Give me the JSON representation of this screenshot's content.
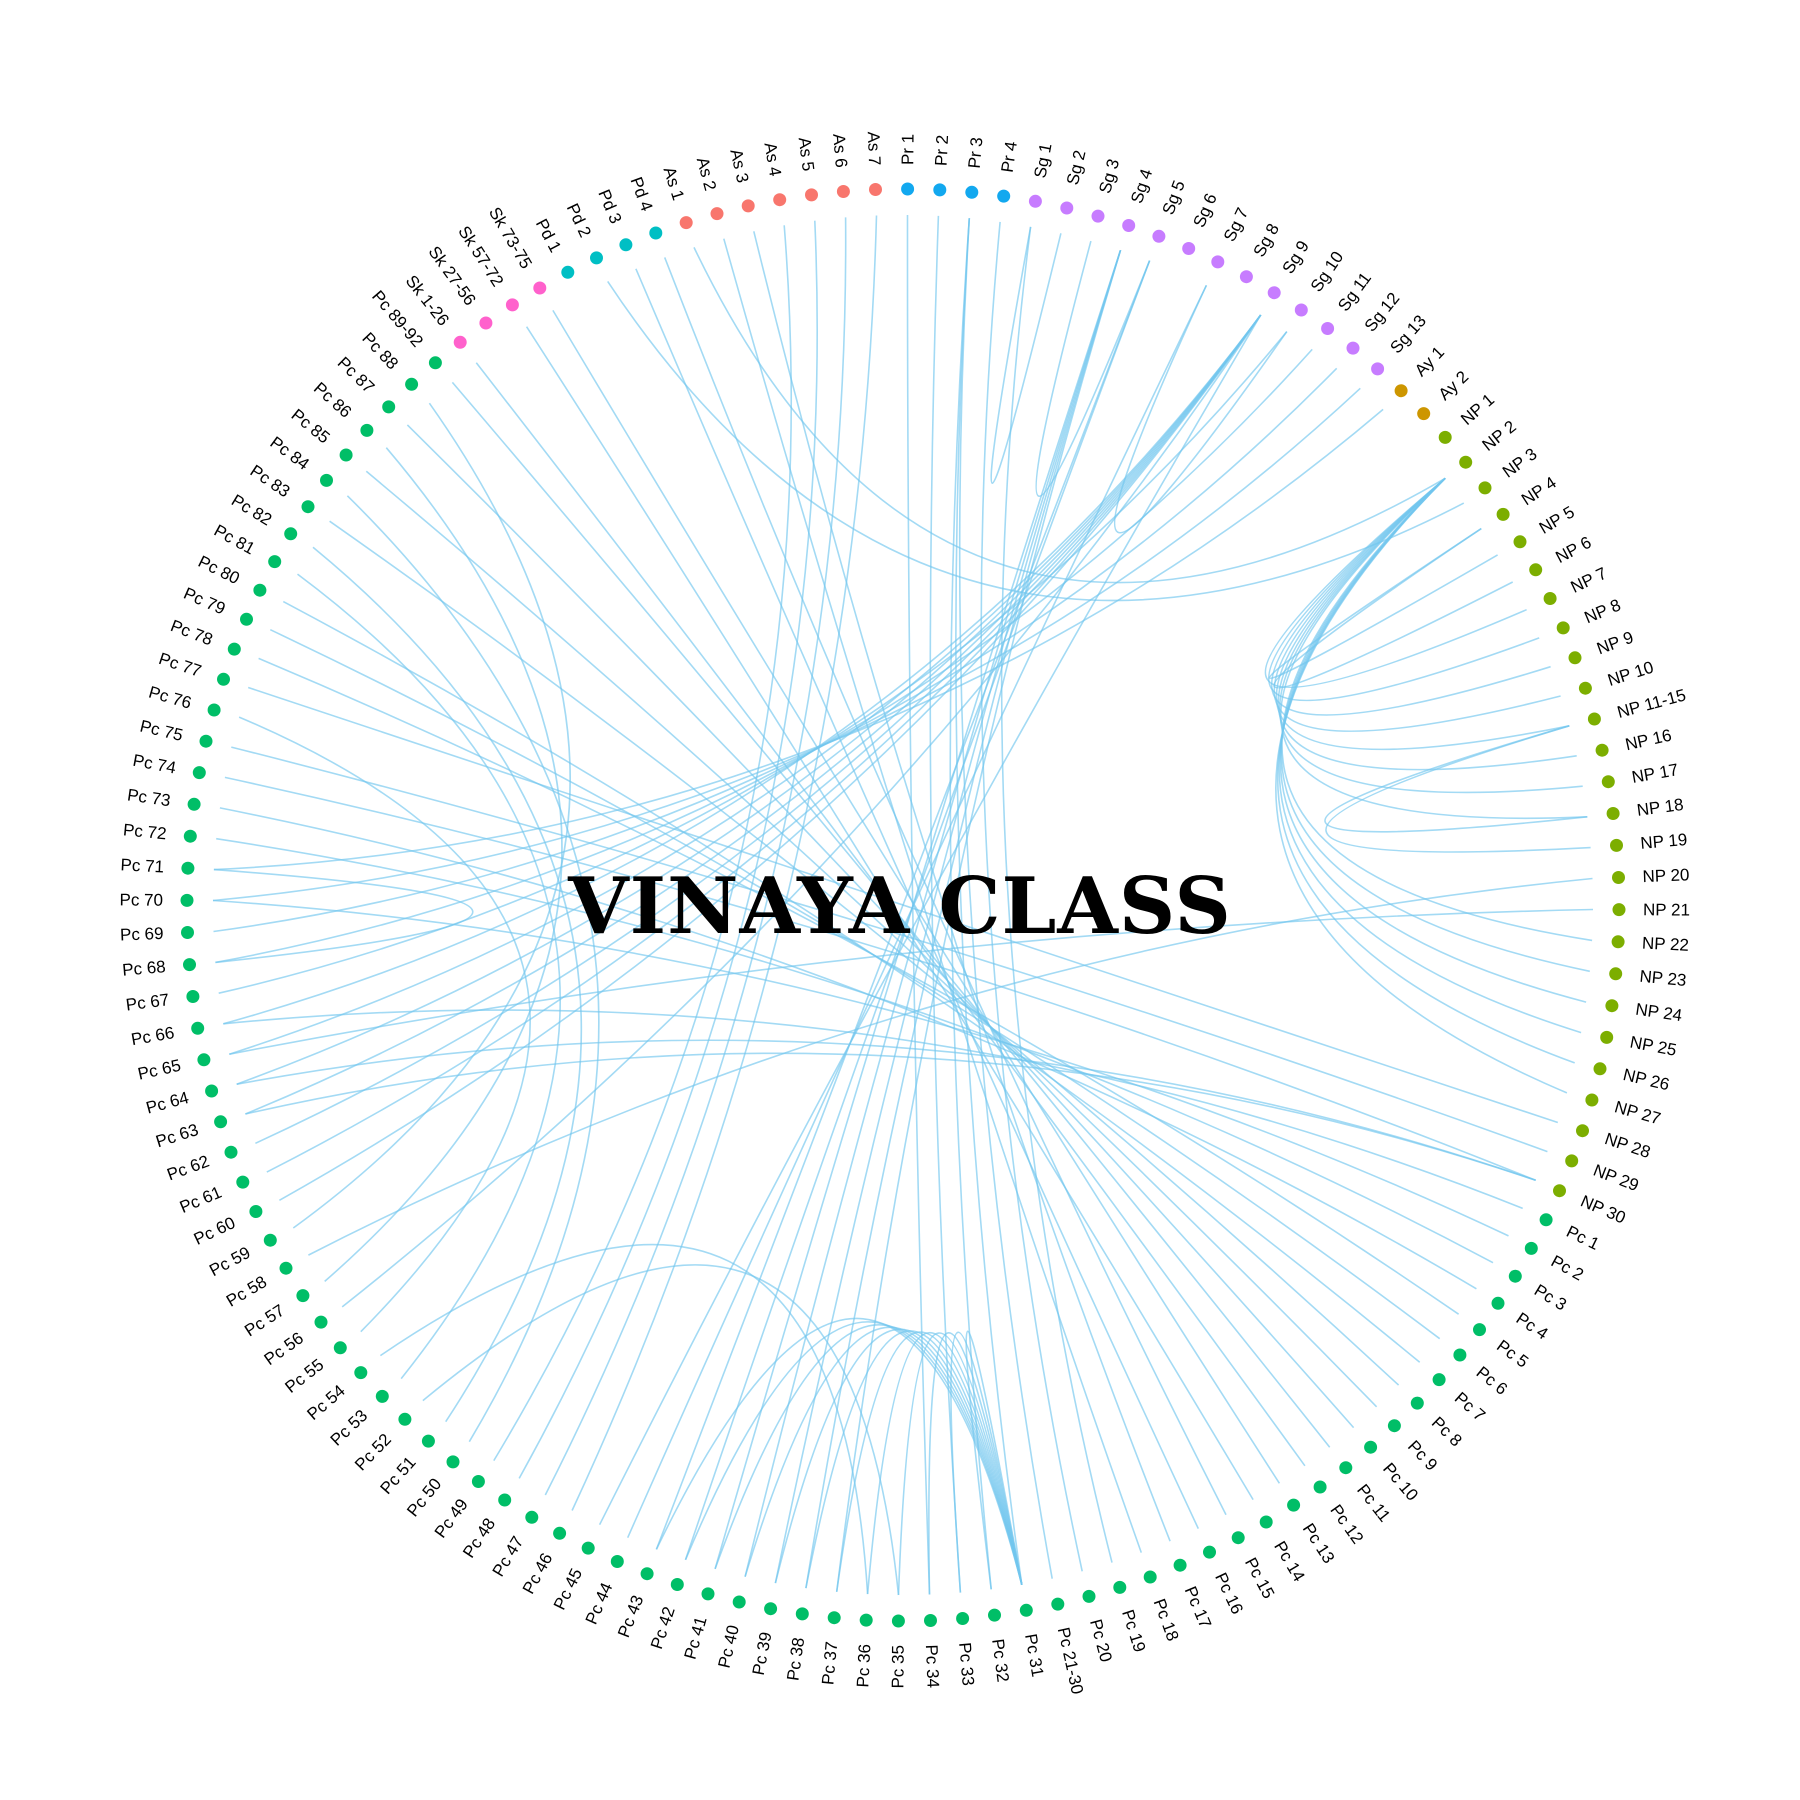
{
  "title": "VINAYA CLASS",
  "colors": {
    "As": "#f8766d",
    "Pr": "#12a8ef",
    "Sg": "#c77cff",
    "Ay": "#cd9600",
    "NP": "#7cae00",
    "Pc": "#00be67",
    "Sk": "#ff61cc",
    "Pd": "#00bfc4",
    "link": "#72c6ee"
  },
  "nodes": [
    {
      "label": "As 7",
      "group": "As"
    },
    {
      "label": "Pr 1",
      "group": "Pr"
    },
    {
      "label": "Pr 2",
      "group": "Pr"
    },
    {
      "label": "Pr 3",
      "group": "Pr"
    },
    {
      "label": "Pr 4",
      "group": "Pr"
    },
    {
      "label": "Sg 1",
      "group": "Sg"
    },
    {
      "label": "Sg 2",
      "group": "Sg"
    },
    {
      "label": "Sg 3",
      "group": "Sg"
    },
    {
      "label": "Sg 4",
      "group": "Sg"
    },
    {
      "label": "Sg 5",
      "group": "Sg"
    },
    {
      "label": "Sg 6",
      "group": "Sg"
    },
    {
      "label": "Sg 7",
      "group": "Sg"
    },
    {
      "label": "Sg 8",
      "group": "Sg"
    },
    {
      "label": "Sg 9",
      "group": "Sg"
    },
    {
      "label": "Sg 10",
      "group": "Sg"
    },
    {
      "label": "Sg 11",
      "group": "Sg"
    },
    {
      "label": "Sg 12",
      "group": "Sg"
    },
    {
      "label": "Sg 13",
      "group": "Sg"
    },
    {
      "label": "Ay 1",
      "group": "Ay"
    },
    {
      "label": "Ay 2",
      "group": "Ay"
    },
    {
      "label": "NP 1",
      "group": "NP"
    },
    {
      "label": "NP 2",
      "group": "NP"
    },
    {
      "label": "NP 3",
      "group": "NP"
    },
    {
      "label": "NP 4",
      "group": "NP"
    },
    {
      "label": "NP 5",
      "group": "NP"
    },
    {
      "label": "NP 6",
      "group": "NP"
    },
    {
      "label": "NP 7",
      "group": "NP"
    },
    {
      "label": "NP 8",
      "group": "NP"
    },
    {
      "label": "NP 9",
      "group": "NP"
    },
    {
      "label": "NP 10",
      "group": "NP"
    },
    {
      "label": "NP 11-15",
      "group": "NP"
    },
    {
      "label": "NP 16",
      "group": "NP"
    },
    {
      "label": "NP 17",
      "group": "NP"
    },
    {
      "label": "NP 18",
      "group": "NP"
    },
    {
      "label": "NP 19",
      "group": "NP"
    },
    {
      "label": "NP 20",
      "group": "NP"
    },
    {
      "label": "NP 21",
      "group": "NP"
    },
    {
      "label": "NP 22",
      "group": "NP"
    },
    {
      "label": "NP 23",
      "group": "NP"
    },
    {
      "label": "NP 24",
      "group": "NP"
    },
    {
      "label": "NP 25",
      "group": "NP"
    },
    {
      "label": "NP 26",
      "group": "NP"
    },
    {
      "label": "NP 27",
      "group": "NP"
    },
    {
      "label": "NP 28",
      "group": "NP"
    },
    {
      "label": "NP 29",
      "group": "NP"
    },
    {
      "label": "NP 30",
      "group": "NP"
    },
    {
      "label": "Pc 1",
      "group": "Pc"
    },
    {
      "label": "Pc 2",
      "group": "Pc"
    },
    {
      "label": "Pc 3",
      "group": "Pc"
    },
    {
      "label": "Pc 4",
      "group": "Pc"
    },
    {
      "label": "Pc 5",
      "group": "Pc"
    },
    {
      "label": "Pc 6",
      "group": "Pc"
    },
    {
      "label": "Pc 7",
      "group": "Pc"
    },
    {
      "label": "Pc 8",
      "group": "Pc"
    },
    {
      "label": "Pc 9",
      "group": "Pc"
    },
    {
      "label": "Pc 10",
      "group": "Pc"
    },
    {
      "label": "Pc 11",
      "group": "Pc"
    },
    {
      "label": "Pc 12",
      "group": "Pc"
    },
    {
      "label": "Pc 13",
      "group": "Pc"
    },
    {
      "label": "Pc 14",
      "group": "Pc"
    },
    {
      "label": "Pc 15",
      "group": "Pc"
    },
    {
      "label": "Pc 16",
      "group": "Pc"
    },
    {
      "label": "Pc 17",
      "group": "Pc"
    },
    {
      "label": "Pc 18",
      "group": "Pc"
    },
    {
      "label": "Pc 19",
      "group": "Pc"
    },
    {
      "label": "Pc 20",
      "group": "Pc"
    },
    {
      "label": "Pc 21-30",
      "group": "Pc"
    },
    {
      "label": "Pc 31",
      "group": "Pc"
    },
    {
      "label": "Pc 32",
      "group": "Pc"
    },
    {
      "label": "Pc 33",
      "group": "Pc"
    },
    {
      "label": "Pc 34",
      "group": "Pc"
    },
    {
      "label": "Pc 35",
      "group": "Pc"
    },
    {
      "label": "Pc 36",
      "group": "Pc"
    },
    {
      "label": "Pc 37",
      "group": "Pc"
    },
    {
      "label": "Pc 38",
      "group": "Pc"
    },
    {
      "label": "Pc 39",
      "group": "Pc"
    },
    {
      "label": "Pc 40",
      "group": "Pc"
    },
    {
      "label": "Pc 41",
      "group": "Pc"
    },
    {
      "label": "Pc 42",
      "group": "Pc"
    },
    {
      "label": "Pc 43",
      "group": "Pc"
    },
    {
      "label": "Pc 44",
      "group": "Pc"
    },
    {
      "label": "Pc 45",
      "group": "Pc"
    },
    {
      "label": "Pc 46",
      "group": "Pc"
    },
    {
      "label": "Pc 47",
      "group": "Pc"
    },
    {
      "label": "Pc 48",
      "group": "Pc"
    },
    {
      "label": "Pc 49",
      "group": "Pc"
    },
    {
      "label": "Pc 50",
      "group": "Pc"
    },
    {
      "label": "Pc 51",
      "group": "Pc"
    },
    {
      "label": "Pc 52",
      "group": "Pc"
    },
    {
      "label": "Pc 53",
      "group": "Pc"
    },
    {
      "label": "Pc 54",
      "group": "Pc"
    },
    {
      "label": "Pc 55",
      "group": "Pc"
    },
    {
      "label": "Pc 56",
      "group": "Pc"
    },
    {
      "label": "Pc 57",
      "group": "Pc"
    },
    {
      "label": "Pc 58",
      "group": "Pc"
    },
    {
      "label": "Pc 59",
      "group": "Pc"
    },
    {
      "label": "Pc 60",
      "group": "Pc"
    },
    {
      "label": "Pc 61",
      "group": "Pc"
    },
    {
      "label": "Pc 62",
      "group": "Pc"
    },
    {
      "label": "Pc 63",
      "group": "Pc"
    },
    {
      "label": "Pc 64",
      "group": "Pc"
    },
    {
      "label": "Pc 65",
      "group": "Pc"
    },
    {
      "label": "Pc 66",
      "group": "Pc"
    },
    {
      "label": "Pc 67",
      "group": "Pc"
    },
    {
      "label": "Pc 68",
      "group": "Pc"
    },
    {
      "label": "Pc 69",
      "group": "Pc"
    },
    {
      "label": "Pc 70",
      "group": "Pc"
    },
    {
      "label": "Pc 71",
      "group": "Pc"
    },
    {
      "label": "Pc 72",
      "group": "Pc"
    },
    {
      "label": "Pc 73",
      "group": "Pc"
    },
    {
      "label": "Pc 74",
      "group": "Pc"
    },
    {
      "label": "Pc 75",
      "group": "Pc"
    },
    {
      "label": "Pc 76",
      "group": "Pc"
    },
    {
      "label": "Pc 77",
      "group": "Pc"
    },
    {
      "label": "Pc 78",
      "group": "Pc"
    },
    {
      "label": "Pc 79",
      "group": "Pc"
    },
    {
      "label": "Pc 80",
      "group": "Pc"
    },
    {
      "label": "Pc 81",
      "group": "Pc"
    },
    {
      "label": "Pc 82",
      "group": "Pc"
    },
    {
      "label": "Pc 83",
      "group": "Pc"
    },
    {
      "label": "Pc 84",
      "group": "Pc"
    },
    {
      "label": "Pc 85",
      "group": "Pc"
    },
    {
      "label": "Pc 86",
      "group": "Pc"
    },
    {
      "label": "Pc 87",
      "group": "Pc"
    },
    {
      "label": "Pc 88",
      "group": "Pc"
    },
    {
      "label": "Pc 89-92",
      "group": "Pc"
    },
    {
      "label": "Sk 1-26",
      "group": "Sk"
    },
    {
      "label": "Sk 27-56",
      "group": "Sk"
    },
    {
      "label": "Sk 57-72",
      "group": "Sk"
    },
    {
      "label": "Sk 73-75",
      "group": "Sk"
    },
    {
      "label": "Pd 1",
      "group": "Pd"
    },
    {
      "label": "Pd 2",
      "group": "Pd"
    },
    {
      "label": "Pd 3",
      "group": "Pd"
    },
    {
      "label": "Pd 4",
      "group": "Pd"
    },
    {
      "label": "As 1",
      "group": "As"
    },
    {
      "label": "As 2",
      "group": "As"
    },
    {
      "label": "As 3",
      "group": "As"
    },
    {
      "label": "As 4",
      "group": "As"
    },
    {
      "label": "As 5",
      "group": "As"
    },
    {
      "label": "As 6",
      "group": "As"
    }
  ],
  "links": [
    [
      "Pr 3",
      "Pc 31"
    ],
    [
      "Pr 3",
      "Pc 21-30"
    ],
    [
      "Pr 3",
      "Pc 32"
    ],
    [
      "Pr 2",
      "Pc 33"
    ],
    [
      "Pr 1",
      "Pc 34"
    ],
    [
      "Pr 4",
      "Pc 20"
    ],
    [
      "Sg 1",
      "Sg 2"
    ],
    [
      "Sg 1",
      "Pc 19"
    ],
    [
      "Sg 3",
      "Sg 5"
    ],
    [
      "Sg 4",
      "Pc 37"
    ],
    [
      "Sg 4",
      "Pc 38"
    ],
    [
      "Sg 4",
      "Pc 39"
    ],
    [
      "Sg 4",
      "Pc 40"
    ],
    [
      "Sg 4",
      "Pc 41"
    ],
    [
      "Sg 5",
      "Pc 42"
    ],
    [
      "Sg 5",
      "Pc 43"
    ],
    [
      "Sg 7",
      "Sg 10"
    ],
    [
      "Sg 7",
      "Pc 44"
    ],
    [
      "Sg 9",
      "Pc 45"
    ],
    [
      "Sg 9",
      "Pc 56"
    ],
    [
      "Sg 9",
      "Pc 60"
    ],
    [
      "Sg 9",
      "Pc 61"
    ],
    [
      "Sg 9",
      "Pc 62"
    ],
    [
      "Sg 9",
      "Pc 63"
    ],
    [
      "Sg 9",
      "Pc 64"
    ],
    [
      "Sg 9",
      "Pc 65"
    ],
    [
      "Sg 9",
      "Pc 66"
    ],
    [
      "Sg 10",
      "Pc 67"
    ],
    [
      "Sg 11",
      "Pc 68"
    ],
    [
      "Sg 12",
      "Pc 69"
    ],
    [
      "Sg 13",
      "Pc 70"
    ],
    [
      "Ay 1",
      "Pc 71"
    ],
    [
      "As 1",
      "NP 2"
    ],
    [
      "As 2",
      "Pc 18"
    ],
    [
      "As 3",
      "Pc 17"
    ],
    [
      "Pd 2",
      "NP 3"
    ],
    [
      "Pd 3",
      "Pc 16"
    ],
    [
      "Pd 4",
      "Pc 15"
    ],
    [
      "Sk 57-72",
      "Pc 14"
    ],
    [
      "Sk 73-75",
      "Pc 13"
    ],
    [
      "Sk 1-26",
      "Pc 12"
    ],
    [
      "Pc 89-92",
      "Pc 11"
    ],
    [
      "Pc 87",
      "Pc 10"
    ],
    [
      "Pc 85",
      "Pc 9"
    ],
    [
      "Pc 83",
      "Pc 8"
    ],
    [
      "Pc 80",
      "Pc 7"
    ],
    [
      "Pc 79",
      "Pc 6"
    ],
    [
      "Pc 78",
      "Pc 5"
    ],
    [
      "Pc 77",
      "NP 28"
    ],
    [
      "Pc 75",
      "NP 29"
    ],
    [
      "Pc 74",
      "NP 30"
    ],
    [
      "Pc 73",
      "Pc 4"
    ],
    [
      "Pc 72",
      "Pc 3"
    ],
    [
      "Pc 71",
      "Pc 68"
    ],
    [
      "Pc 70",
      "Pc 2"
    ],
    [
      "Pc 66",
      "Pc 1"
    ],
    [
      "Pc 65",
      "NP 21"
    ],
    [
      "Pc 58",
      "NP 20"
    ],
    [
      "Pc 54",
      "Pc 36"
    ],
    [
      "Pc 52",
      "Pc 35"
    ],
    [
      "NP 2",
      "NP 7"
    ],
    [
      "NP 2",
      "NP 8"
    ],
    [
      "NP 2",
      "NP 9"
    ],
    [
      "NP 2",
      "NP 10"
    ],
    [
      "NP 2",
      "NP 11-15"
    ],
    [
      "NP 2",
      "NP 16"
    ],
    [
      "NP 2",
      "NP 17"
    ],
    [
      "NP 2",
      "NP 18"
    ],
    [
      "NP 2",
      "NP 22"
    ],
    [
      "NP 2",
      "NP 23"
    ],
    [
      "NP 2",
      "NP 24"
    ],
    [
      "NP 2",
      "NP 25"
    ],
    [
      "NP 2",
      "NP 26"
    ],
    [
      "NP 2",
      "NP 27"
    ],
    [
      "NP 4",
      "NP 5"
    ],
    [
      "NP 4",
      "NP 6"
    ],
    [
      "NP 11-15",
      "NP 19"
    ],
    [
      "NP 11-15",
      "NP 18"
    ],
    [
      "Pc 31",
      "Pc 39"
    ],
    [
      "Pc 31",
      "Pc 38"
    ],
    [
      "Pc 31",
      "Pc 37"
    ],
    [
      "Pc 31",
      "Pc 36"
    ],
    [
      "Pc 31",
      "Pc 35"
    ],
    [
      "Pc 31",
      "Pc 34"
    ],
    [
      "Pc 31",
      "Pc 33"
    ],
    [
      "Pc 31",
      "Pc 32"
    ],
    [
      "Pc 31",
      "Pc 40"
    ],
    [
      "Pc 31",
      "Pc 41"
    ],
    [
      "Pc 31",
      "Pc 42"
    ],
    [
      "Pc 31",
      "Pc 43"
    ],
    [
      "NP 30",
      "Pc 63"
    ],
    [
      "NP 30",
      "Pc 64"
    ],
    [
      "As 7",
      "Pc 46"
    ],
    [
      "As 6",
      "Pc 47"
    ],
    [
      "As 5",
      "Pc 48"
    ],
    [
      "As 4",
      "Pc 49"
    ],
    [
      "Pc 84",
      "Pc 50"
    ],
    [
      "Pc 82",
      "Pc 51"
    ],
    [
      "Pc 81",
      "Pc 53"
    ],
    [
      "Pc 76",
      "Pc 55"
    ],
    [
      "Pc 86",
      "Pc 57"
    ],
    [
      "Pc 88",
      "Pc 59"
    ]
  ]
}
